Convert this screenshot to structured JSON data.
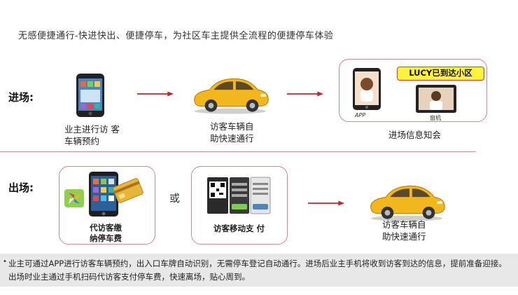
{
  "headline": "无感便捷通行-快进快出、便捷停车，为社区车主提供全流程的便捷停车体验",
  "entry": {
    "label": "进场:",
    "step1_caption_line1": "业主进行访  客",
    "step1_caption_line2": "车辆预约",
    "step2_caption_line1": "访客车辆自",
    "step2_caption_line2": "助快速通行",
    "notify_bubble": "LUCY已到达小区",
    "app_label": "APP",
    "device_label": "窗机",
    "step3_caption": "进场信息知会"
  },
  "exit": {
    "label": "出场:",
    "option1_caption_line1": "代访客缴",
    "option1_caption_line2": "纳停车费",
    "or_text": "或",
    "option2_caption": "访客移动支 付",
    "result_caption_line1": "访客车辆自",
    "result_caption_line2": "助快速通行"
  },
  "note": {
    "bullet": "•",
    "text": "业主可通过APP进行访客车辆预约，出入口车牌自动识别，无需停车登记自动通行。进场后业主手机将收到访客到达的信息，提前准备迎接。出场时业主通过手机扫码代访客支付停车费，快速离场，贴心周到。"
  },
  "colors": {
    "accent_red": "#c0262c",
    "box_border": "#e0848c",
    "bubble_yellow": "#fff23a",
    "car_yellow": "#f2b71c"
  }
}
